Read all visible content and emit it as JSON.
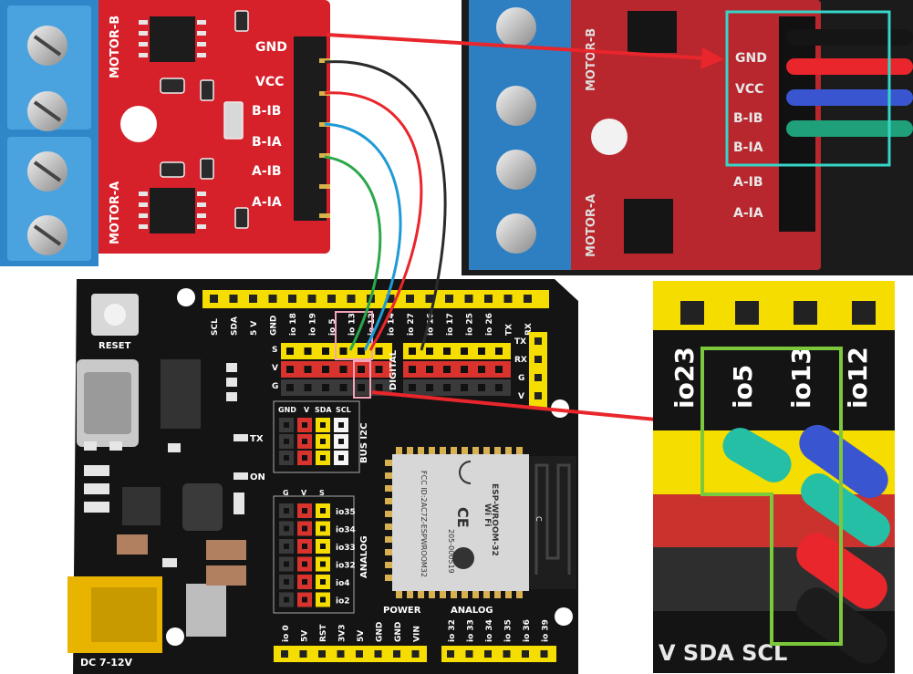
{
  "motor_board": {
    "motor_b_label": "MOTOR-B",
    "motor_a_label": "MOTOR-A",
    "pins": [
      "GND",
      "VCC",
      "B-IB",
      "B-IA",
      "A-IB",
      "A-IA"
    ]
  },
  "photo_board": {
    "motor_b_label": "MOTOR-B",
    "motor_a_label": "MOTOR-A",
    "pins": [
      "GND",
      "VCC",
      "B-IB",
      "B-IA",
      "A-IB",
      "A-IA"
    ]
  },
  "esp_board": {
    "reset_label": "RESET",
    "top_header_labels": [
      "SCL",
      "SDA",
      "5 V",
      "GND",
      "io 18",
      "io 19",
      "io 5",
      "io 13",
      "io 12",
      "io 14",
      "io 27",
      "io 16",
      "io 17",
      "io 25",
      "io 26",
      "TX",
      "RX"
    ],
    "row_labels": [
      "S",
      "V",
      "G"
    ],
    "digital_label": "DIGITAL",
    "serial_labels": [
      "TX",
      "RX",
      "G",
      "V"
    ],
    "bus_i2c": {
      "header": [
        "GND",
        "V",
        "SDA",
        "SCL"
      ],
      "title": "BUS I2C"
    },
    "analog_block": {
      "header": [
        "G",
        "V",
        "S"
      ],
      "pins": [
        "io35",
        "io34",
        "io33",
        "io32",
        "io4",
        "io2"
      ],
      "title": "ANALOG"
    },
    "tx_led": "TX",
    "on_led": "ON",
    "power_title": "POWER",
    "power_pins": [
      "io 0",
      "5V",
      "RST",
      "3V3",
      "5V",
      "GND",
      "GND",
      "VIN"
    ],
    "analog_title": "ANALOG",
    "analog_bottom_pins": [
      "io 32",
      "io 33",
      "io 34",
      "io 35",
      "io 36",
      "io 39"
    ],
    "dc_label": "DC 7-12V",
    "module": {
      "brand": "Wi Fi",
      "model": "ESP-WROOM-32",
      "fcc": "FCC ID:2AC7Z-ESPWROOM32",
      "r_code": "205-000519",
      "c_mark": "C"
    }
  },
  "zoom": {
    "labels": [
      "io23",
      "io5",
      "io13",
      "io12"
    ],
    "bottom_text": "V  SDA SCL"
  },
  "colors": {
    "wire_black": "#2b2b2b",
    "wire_red": "#e8262c",
    "wire_blue": "#1f9ad6",
    "wire_green": "#2aa84a",
    "arrow": "#e8262c",
    "highlight_cyan": "#35d6c8",
    "highlight_green": "#7cc83c",
    "highlight_pink": "#f2a3b8"
  }
}
